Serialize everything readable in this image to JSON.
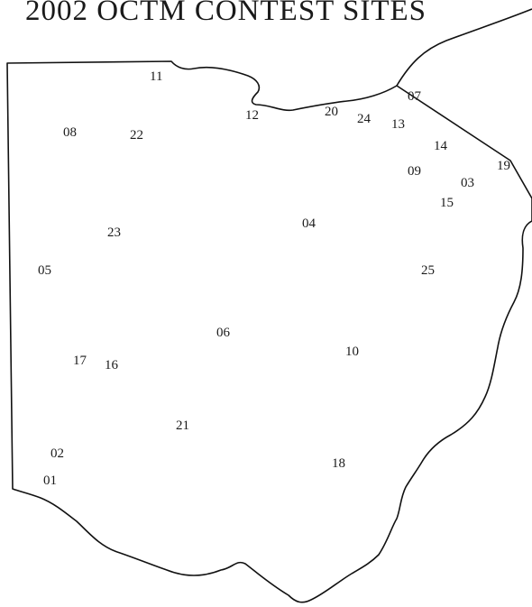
{
  "title": "2002 OCTM CONTEST SITES",
  "map": {
    "outline_color": "#111111",
    "sites": [
      "11",
      "12",
      "20",
      "24",
      "07",
      "13",
      "14",
      "08",
      "22",
      "09",
      "03",
      "19",
      "15",
      "04",
      "23",
      "05",
      "25",
      "06",
      "10",
      "17",
      "16",
      "21",
      "02",
      "01",
      "18"
    ]
  }
}
